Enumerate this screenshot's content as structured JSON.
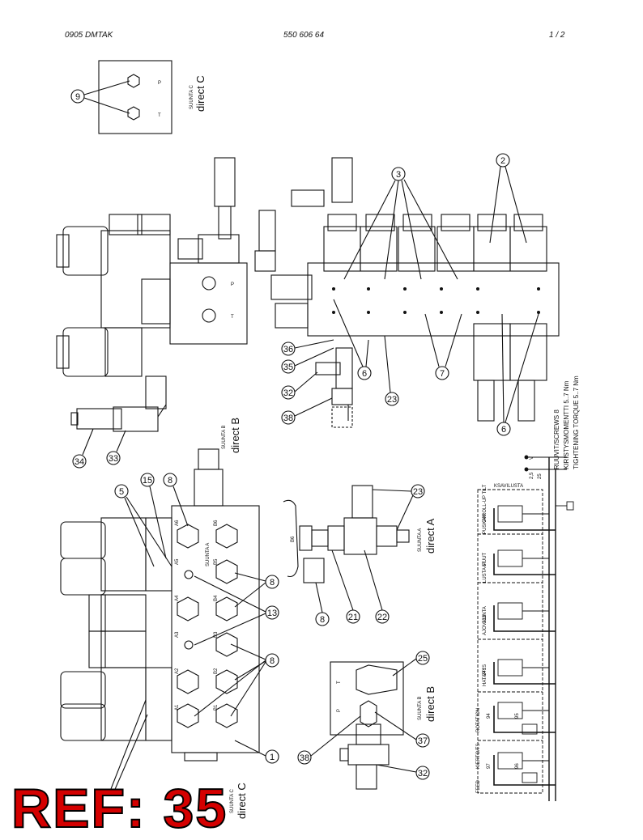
{
  "header": {
    "left": "0905 DMTAK",
    "center": "550 606 64",
    "right": "1 /  2"
  },
  "reference_label": "REF: 35",
  "direction_labels": {
    "suunta_c": "SUUNTA C",
    "direct_c": "direct C",
    "suunta_b": "SUUNTA B",
    "direct_b": "direct B",
    "suunta_a": "SUUNTA A",
    "direct_a": "direct A"
  },
  "callouts": [
    "9",
    "3",
    "2",
    "36",
    "35",
    "6",
    "32",
    "23",
    "38",
    "7",
    "6",
    "34",
    "33",
    "5",
    "15",
    "8",
    "8",
    "13",
    "8",
    "1",
    "23",
    "8",
    "21",
    "22",
    "25",
    "38",
    "37",
    "32"
  ],
  "port_labels": [
    "P",
    "T",
    "P",
    "T",
    "A6",
    "B6",
    "A5",
    "B5",
    "A4",
    "B4",
    "A3",
    "B3",
    "A2",
    "B2",
    "A1",
    "B1",
    "B6",
    "P",
    "T"
  ],
  "torque_note": [
    "RUUVIT/SCREWS 8",
    "KIRISTYSMOMENTTI 5..7 Nm",
    "TIGHTENING TORQUE 5..7 Nm"
  ],
  "schematic_labels": [
    "PUSKA/ROLL-UP TILT",
    "LUSTA-PUUT",
    "AJOVALINTA",
    "HATAPYS",
    "FEED",
    "KIERTO/TS",
    "ROTATION",
    "KSAVILUSTA"
  ],
  "schematic_numbers": [
    "240",
    "57",
    "133",
    "241",
    "95",
    "94",
    "97",
    "96",
    "25",
    "V",
    "2,5"
  ],
  "colors": {
    "ref_fill": "#d40000",
    "ink": "#111111"
  }
}
